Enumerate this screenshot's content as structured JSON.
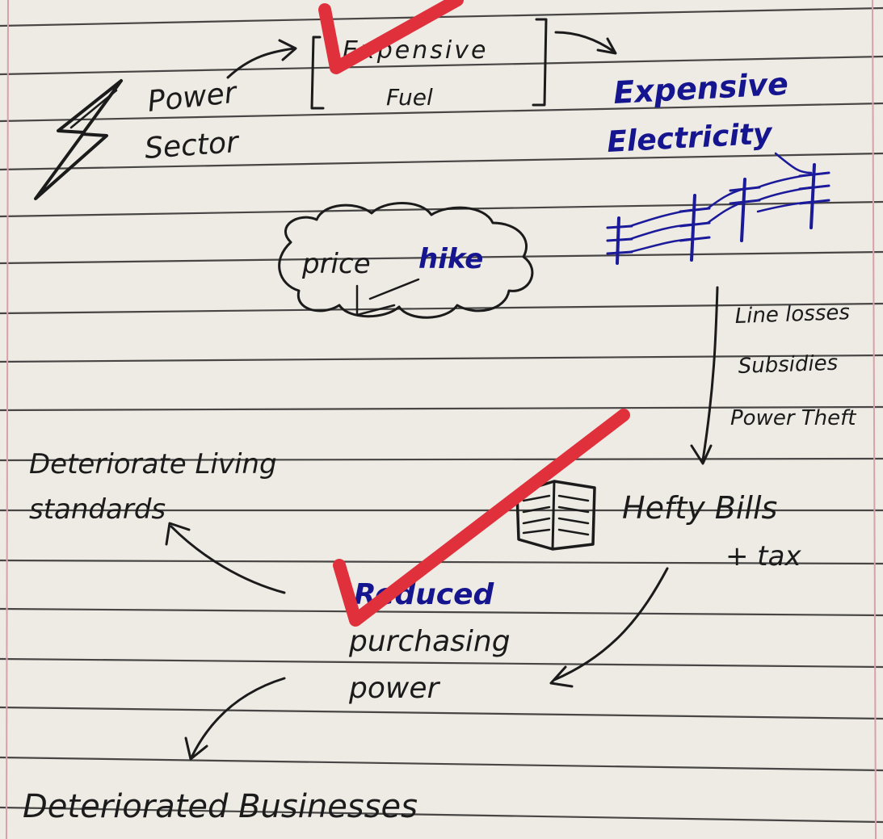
{
  "nodes": {
    "power_sector": {
      "line1": "Power",
      "line2": "Sector"
    },
    "expensive_fuel": {
      "line1": "Expensive",
      "line2": "Fuel"
    },
    "expensive_electricity": {
      "line1": "Expensive",
      "line2": "Electricity"
    },
    "price_hike": {
      "word1": "price",
      "word2": "hike"
    },
    "causes": [
      "Line losses",
      "Subsidies",
      "Power Theft"
    ],
    "hefty_bills": {
      "line1": "Hefty Bills",
      "line2": "+ tax"
    },
    "reduced_power": {
      "line1": "Reduced",
      "line2": "purchasing",
      "line3": "power"
    },
    "living_standards": {
      "line1": "Deteriorate Living",
      "line2": "standards"
    },
    "businesses": {
      "label": "Deteriorated Businesses"
    }
  },
  "colors": {
    "paper": "#eeeae4",
    "rule_line": "#2a2a2a",
    "margin_line": "#d9a0a8",
    "ink_black": "#1b1b1b",
    "ink_blue": "#15168f",
    "check_mark": "#e0303c"
  },
  "icons": [
    "lightning-bolt-icon",
    "power-pylons-icon",
    "bill-book-icon",
    "cloud-icon",
    "check-mark-icon"
  ]
}
